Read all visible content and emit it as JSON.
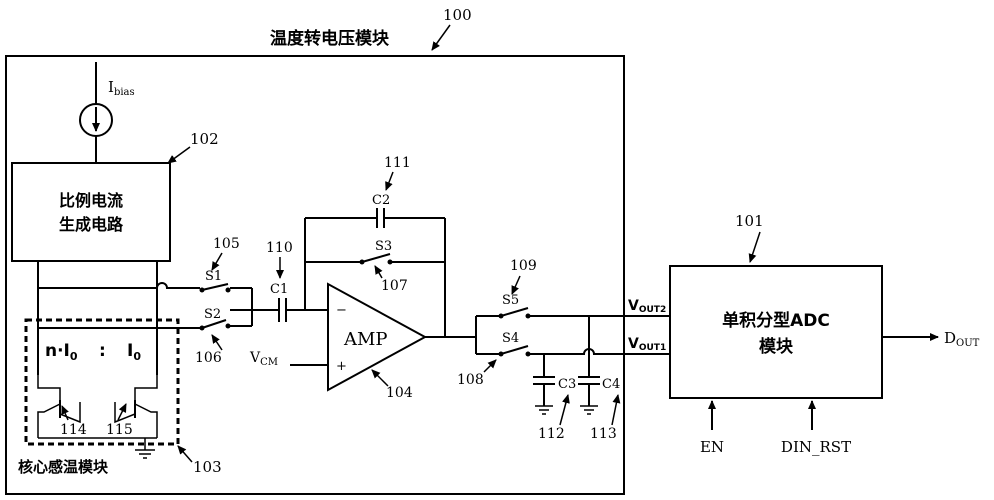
{
  "labels": {
    "module_title": "温度转电压模块",
    "module_ref": "100",
    "adc_ref": "101",
    "gen_ref": "102",
    "core_ref": "103",
    "amp_ref": "104",
    "s1_ref": "105",
    "s2_ref": "106",
    "s3_ref": "107",
    "s4_ref": "108",
    "s5_ref": "109",
    "c1_ref": "110",
    "c2_ref": "111",
    "c3_ref": "112",
    "c4_ref": "113",
    "t1_ref": "114",
    "t2_ref": "115",
    "ibias": "I",
    "ibias_sub": "bias",
    "gen_line1": "比例电流",
    "gen_line2": "生成电路",
    "core_label": "核心感温模块",
    "n_i0": "n·I",
    "n_i0_sub": "0",
    "colon": ":",
    "i0": "I",
    "i0_sub": "0",
    "s1": "S1",
    "s2": "S2",
    "s3": "S3",
    "s4": "S4",
    "s5": "S5",
    "c1": "C1",
    "c2": "C2",
    "c3": "C3",
    "c4": "C4",
    "amp": "AMP",
    "minus": "−",
    "plus": "+",
    "vcm": "V",
    "vcm_sub": "CM",
    "vout2": "V",
    "vout2_sub": "OUT2",
    "vout1": "V",
    "vout1_sub": "OUT1",
    "adc_line1": "单积分型ADC",
    "adc_line2": "模块",
    "dout": "D",
    "dout_sub": "OUT",
    "en": "EN",
    "din_rst": "DIN_RST"
  }
}
